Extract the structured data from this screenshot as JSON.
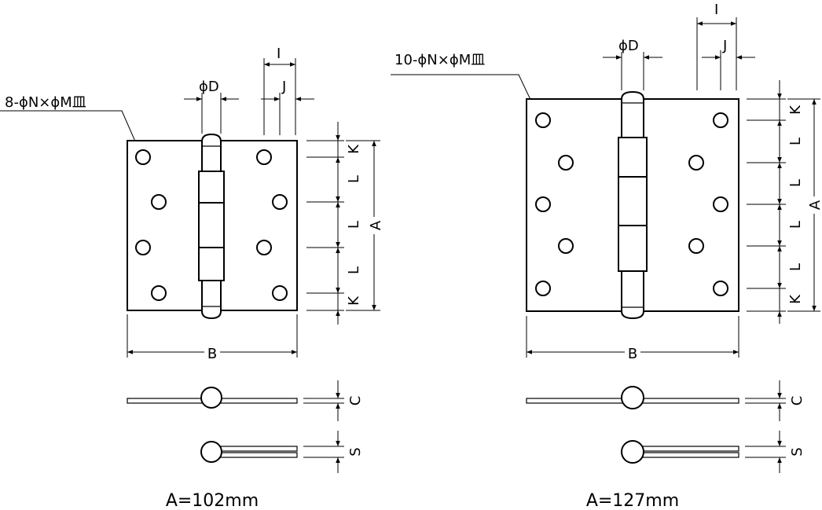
{
  "left": {
    "callout": "8-ϕN×ϕM皿",
    "caption": "A=102mm",
    "dims": {
      "D": "ϕD",
      "I": "I",
      "J": "J",
      "K": "K",
      "L": "L",
      "A": "A",
      "B": "B",
      "C": "C",
      "S": "S"
    }
  },
  "right": {
    "callout": "10-ϕN×ϕM皿",
    "caption": "A=127mm",
    "dims": {
      "D": "ϕD",
      "I": "I",
      "J": "J",
      "K": "K",
      "L": "L",
      "A": "A",
      "B": "B",
      "C": "C",
      "S": "S"
    }
  }
}
